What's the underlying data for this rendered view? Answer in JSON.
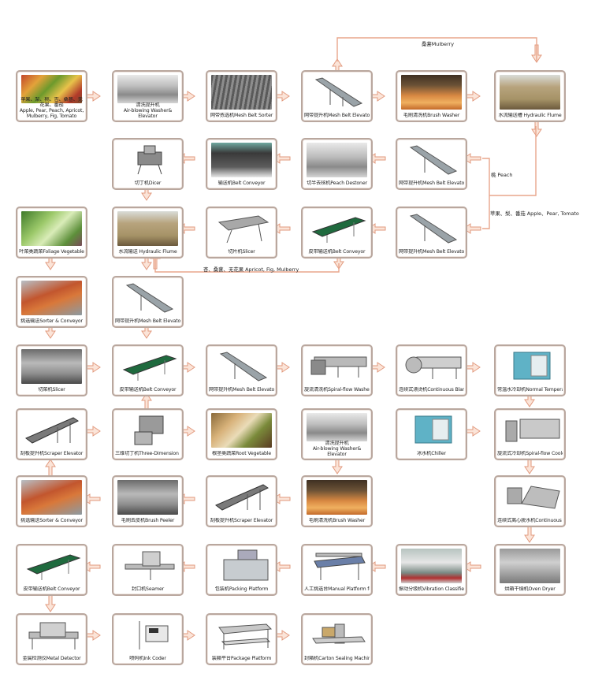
{
  "diagram": {
    "type": "process-flow",
    "accent_color": "#e8a58c",
    "border_color": "#b9a79e"
  },
  "nodes": {
    "raw_fruit": {
      "label_cn": "苹果、梨、桃、杏、桑葚、无花果、番茄",
      "label_en": "Apple, Pear, Peach, Apricot, Mulberry, Fig, Tomato"
    },
    "airblow_washer_1": {
      "label_cn": "清洗提升机",
      "label_en": "Air-blowing Washer& Elevator"
    },
    "mesh_belt_sorter": {
      "label": "网带拣选机Mesh Belt Sorter"
    },
    "mesh_belt_elevator_1": {
      "label": "网带提升机Mesh Belt Elevator"
    },
    "brush_washer_1": {
      "label": "毛刷清洗机Brush Washer"
    },
    "hydraulic_flume_1": {
      "label": "水流输送槽 Hydraulic Flume"
    },
    "dicer": {
      "label": "切丁机Dicer"
    },
    "belt_conveyor_1": {
      "label": "输送机Belt Conveyor"
    },
    "peach_destoner": {
      "label": "切半去核机Peach Destoner"
    },
    "mesh_belt_elevator_2": {
      "label": "网带提升机Mesh Belt Elevator"
    },
    "foliage_vegetable": {
      "label": "叶菜类蔬菜Foliage Vegetable"
    },
    "hydraulic_flume_2": {
      "label": "水流输送 Hydraulic Flume"
    },
    "slicer_1": {
      "label": "切片机Slicer"
    },
    "belt_conveyor_2": {
      "label": "皮带输送机Belt Conveyor"
    },
    "mesh_belt_elevator_3": {
      "label": "网带提升机Mesh Belt Elevator"
    },
    "sorter_conveyor_1": {
      "label": "挑选输送Sorter & Conveyor"
    },
    "mesh_belt_elevator_4": {
      "label": "网带提升机Mesh Belt Elevator"
    },
    "vegetable_slicer": {
      "label": "切菜机Slicer"
    },
    "belt_conveyor_3": {
      "label": "皮带输送机Belt Conveyor"
    },
    "mesh_belt_elevator_5": {
      "label": "网带提升机Mesh Belt Elevator"
    },
    "spiral_flow_washer": {
      "label": "旋流清洗机Spiral-flow Washer"
    },
    "blanching_machine": {
      "label": "连续式漂烫机Continuous Blanching Machine"
    },
    "water_cooler": {
      "label": "常温水冷却机Normal Temperature Water Cooler"
    },
    "scraper_elevator_1": {
      "label": "刮板提升机Scraper Elevator"
    },
    "three_dimension_dicer": {
      "label": "三维切丁机Three-Dimension Dicer"
    },
    "root_vegetable": {
      "label": "根茎类蔬菜Root Vegetable"
    },
    "airblow_washer_2": {
      "label_cn": "清洗提升机",
      "label_en": "Air-blowing Washer& Elevator"
    },
    "chiller": {
      "label": "冰水机Chiller"
    },
    "spiral_cooler": {
      "label": "旋流式冷却机Spiral-flow Cooler water Condenser"
    },
    "sorter_conveyor_2": {
      "label": "挑选输送Sorter & Conveyor"
    },
    "brush_peeler": {
      "label": "毛刷去皮机Brush Peeler"
    },
    "scraper_elevator_2": {
      "label": "刮板提升机Scraper Elevator"
    },
    "brush_washer_2": {
      "label": "毛刷清洗机Brush Washer"
    },
    "continuous_dehydrator": {
      "label": "连续式离心脱水机Continuous Dehydrator"
    },
    "belt_conveyor_4": {
      "label": "皮带输送机Belt Conveyor"
    },
    "seamer": {
      "label": "封口机Seamer"
    },
    "packing_platform": {
      "label": "包装机Packing Platform"
    },
    "manual_platform": {
      "label": "人工挑选台Manual Platform for Sorter"
    },
    "vibration_classifier": {
      "label": "振动分级机Vibration Classifier"
    },
    "oven_dryer": {
      "label": "烘箱干燥机Oven Dryer"
    },
    "metal_detector": {
      "label": "金属检测仪Metal Detector"
    },
    "ink_coder": {
      "label": "喷码机Ink Coder"
    },
    "package_platform": {
      "label": "装箱平台Package Platform"
    },
    "carton_sealer": {
      "label": "封箱机Carton Sealing Machine"
    }
  },
  "branch_labels": {
    "mulberry": "桑葚Mulberry",
    "peach": "桃 Peach",
    "apple_pear_tomato": "苹果、梨、番茄 Apple、Pear, Tomato",
    "apricot_fig_mulberry": "杏、桑葚、无花果 Apricot, Fig, Mulberry"
  }
}
